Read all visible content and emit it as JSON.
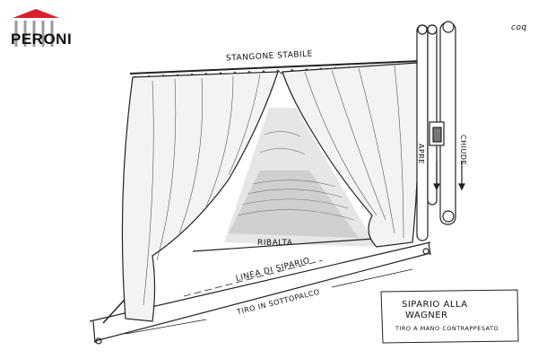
{
  "logo": {
    "text": "PERONI",
    "roof_color": "#d9202a"
  },
  "labels": {
    "stangone": "STANGONE STABILE",
    "ribalta": "RIBALTA",
    "linea": "LINEA DI SIPARIO",
    "tiro": "TIRO IN SOTTOPALCO",
    "apre": "APRE",
    "chiude": "CHIUDE",
    "signature": "coq"
  },
  "caption": {
    "title_line1": "SIPARIO ALLA",
    "title_line2": "WAGNER",
    "subtitle": "TIRO A MANO CONTRAPPESATO"
  }
}
